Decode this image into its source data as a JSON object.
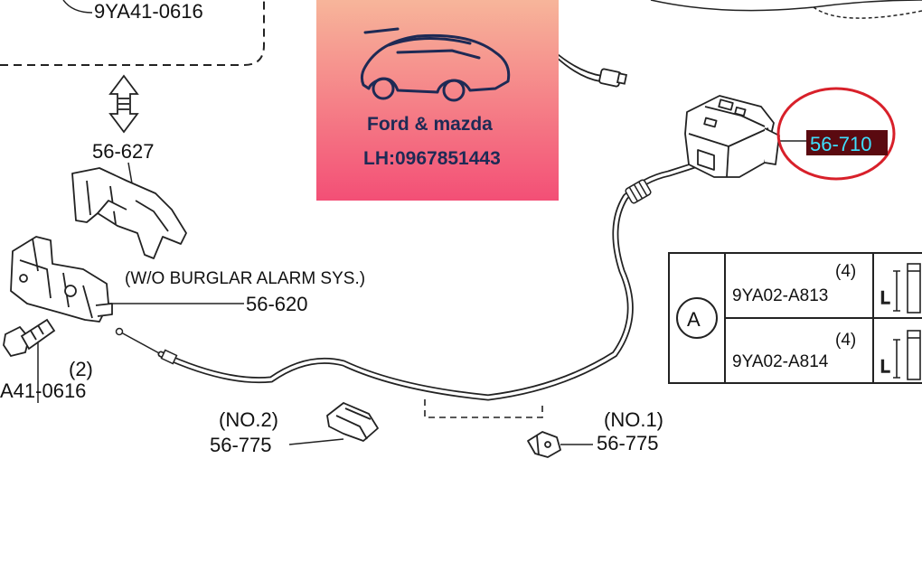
{
  "labels": {
    "top_left_part": "9YA41-0616",
    "part_56_627": "56-627",
    "wo_alarm": "(W/O BURGLAR ALARM SYS.)",
    "part_56_620": "56-620",
    "qty_left": "(2)",
    "bolt_part": "A41-0616",
    "no2": "(NO.2)",
    "clip_no2": "56-775",
    "no1": "(NO.1)",
    "clip_no1": "56-775",
    "callout_part": "56-710"
  },
  "table": {
    "marker": "A",
    "rows": [
      {
        "qty": "(4)",
        "part": "9YA02-A813",
        "glyph": "L"
      },
      {
        "qty": "(4)",
        "part": "9YA02-A814",
        "glyph": "L"
      }
    ]
  },
  "watermark": {
    "line1": "Ford & mazda",
    "line2": "LH:0967851443"
  },
  "colors": {
    "callout_ring": "#d8202a",
    "callout_fill": "#5a0a10",
    "callout_text": "#3ee0ff",
    "watermark_top": "#f7b59a",
    "watermark_bottom": "#f34f76",
    "watermark_text": "#1e2a55"
  }
}
